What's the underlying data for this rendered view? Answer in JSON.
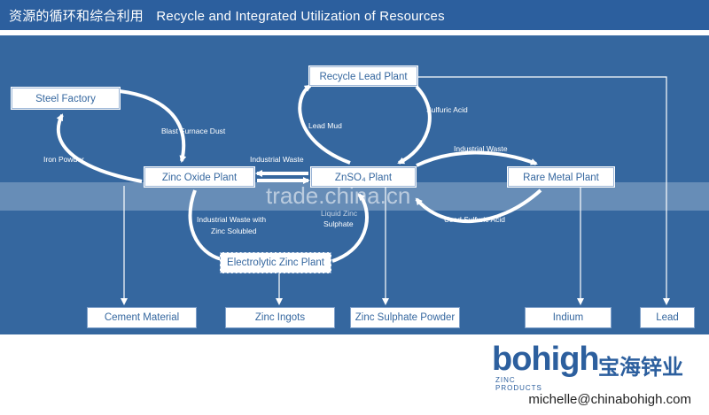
{
  "header": {
    "title_cn": "资源的循环和综合利用",
    "title_en": "Recycle and Integrated Utilization of Resources"
  },
  "nodes": {
    "steel_factory": "Steel Factory",
    "recycle_lead": "Recycle Lead Plant",
    "zinc_oxide": "Zinc Oxide Plant",
    "znso4": "ZnSO₄ Plant",
    "rare_metal": "Rare Metal Plant",
    "electrolytic": "Electrolytic Zinc Plant"
  },
  "flow_labels": {
    "blast_furnace": "Blast  Furnace Dust",
    "iron_powder": "Iron Powder",
    "lead_mud": "Lead Mud",
    "sulfuric_acid": "Sulfuric Acid",
    "industrial_waste_1": "Industrial Waste",
    "industrial_waste_2": "Industrial Waste",
    "industrial_waste_zinc_1": "Industrial Waste with",
    "industrial_waste_zinc_2": "Zinc Solubled",
    "liquid_zinc": "Liquid Zinc",
    "sulphate": "Sulphate",
    "used_sulfuric": "Used Sulfuric Acid"
  },
  "outputs": {
    "cement": "Cement Material",
    "zinc_ingots": "Zinc Ingots",
    "zinc_sulphate_powder": "Zinc Sulphate Powder",
    "indium": "Indium",
    "lead": "Lead"
  },
  "watermark": "trade.china.cn",
  "logo": {
    "brand": "bohigh",
    "brand_cn": "宝海锌业",
    "sub": "ZINC PRODUCTS"
  },
  "contact": {
    "email": "michelle@chinabohigh.com"
  },
  "colors": {
    "panel": "#35679f",
    "header": "#2c5f9e",
    "box_text": "#35679f"
  }
}
